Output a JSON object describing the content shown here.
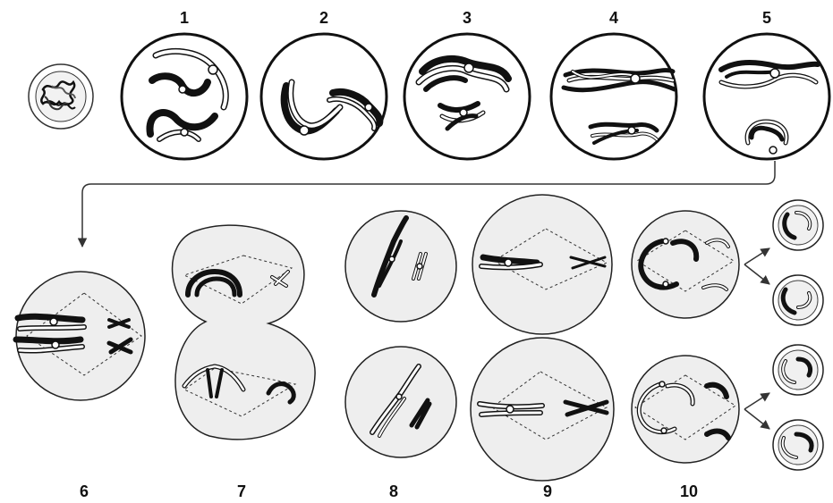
{
  "diagram": {
    "stage_labels": [
      "1",
      "2",
      "3",
      "4",
      "5",
      "6",
      "7",
      "8",
      "9",
      "10"
    ]
  }
}
